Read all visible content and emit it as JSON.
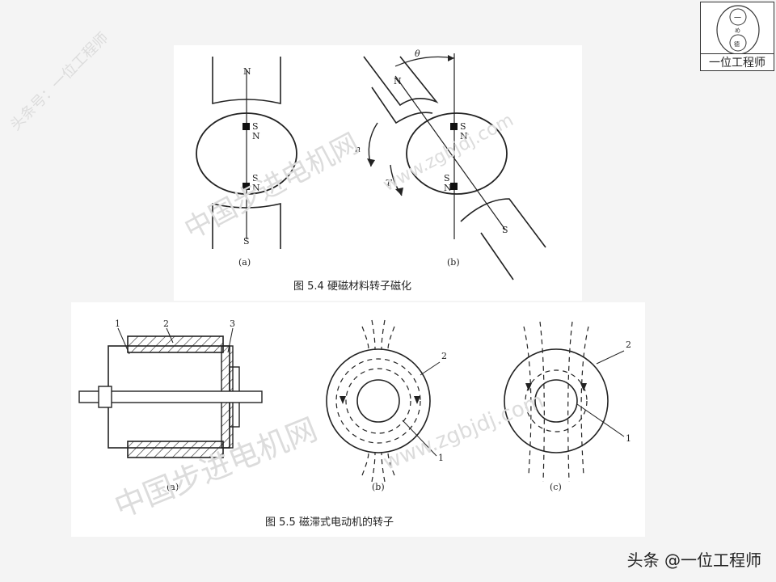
{
  "watermarks": {
    "left_vertical": "头条号：一位工程师",
    "fig1_text": "中国步进电机网",
    "fig1_url": "www.zgbjdj.com",
    "fig2_text": "中国步进电机网",
    "fig2_url": "www.zgbjdj.com"
  },
  "logo": {
    "caption": "一位工程师",
    "top_glyph": "一",
    "mid_glyph": "め",
    "bot_glyph": "德"
  },
  "figure_5_4": {
    "caption": "图 5.4   硬磁材料转子磁化",
    "label_a": "(a)",
    "label_b": "(b)",
    "N": "N",
    "S": "S",
    "theta": "θ",
    "n": "n",
    "T": "T"
  },
  "figure_5_5": {
    "caption": "图 5.5   磁滞式电动机的转子",
    "label_a": "(a)",
    "label_b": "(b)",
    "label_c": "(c)",
    "num1": "1",
    "num2": "2",
    "num3": "3"
  },
  "footer": {
    "text": "头条 @一位工程师"
  }
}
